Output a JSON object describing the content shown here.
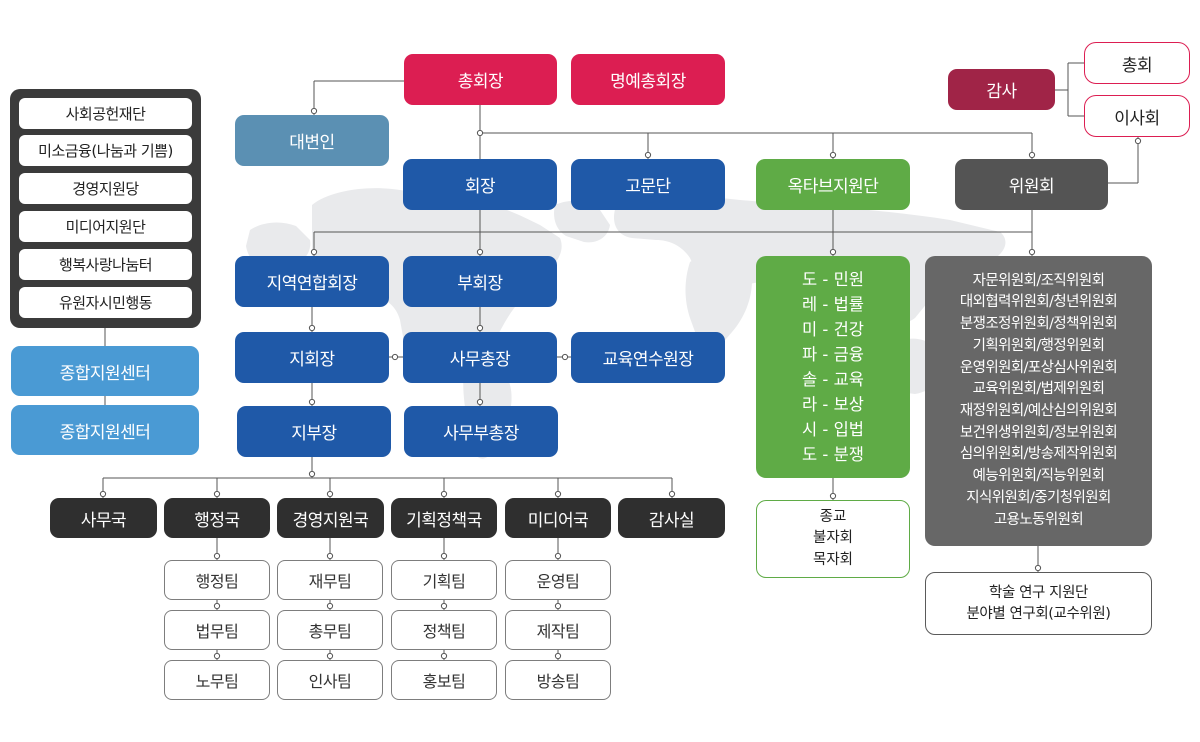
{
  "top": {
    "president": "총회장",
    "honorary_president": "명예총회장",
    "spokesperson": "대변인",
    "auditor": "감사",
    "general_assembly": "총회",
    "board": "이사회"
  },
  "second_row": {
    "chairman": "회장",
    "advisors": "고문단",
    "octave": "옥타브지원단",
    "committees": "위원회"
  },
  "management": {
    "regional_chair": "지역연합회장",
    "vice_chair": "부회장",
    "branch_chair": "지회장",
    "secretary_general": "사무총장",
    "education_director": "교육연수원장",
    "branch_vice": "지부장",
    "deputy_secretary": "사무부총장"
  },
  "left_panel": {
    "items": [
      "사회공헌재단",
      "미소금융(나눔과 기쁨)",
      "경영지원당",
      "미디어지원단",
      "행복사랑나눔터",
      "유원자시민행동"
    ],
    "centers": [
      "종합지원센터",
      "종합지원센터"
    ]
  },
  "bureaus": [
    {
      "label": "사무국",
      "teams": []
    },
    {
      "label": "행정국",
      "teams": [
        "행정팀",
        "법무팀",
        "노무팀"
      ]
    },
    {
      "label": "경영지원국",
      "teams": [
        "재무팀",
        "총무팀",
        "인사팀"
      ]
    },
    {
      "label": "기획정책국",
      "teams": [
        "기획팀",
        "정책팀",
        "홍보팀"
      ]
    },
    {
      "label": "미디어국",
      "teams": [
        "운영팀",
        "제작팀",
        "방송팀"
      ]
    },
    {
      "label": "감사실",
      "teams": []
    }
  ],
  "octave_items": [
    "도 - 민원",
    "레 - 법률",
    "미 - 건강",
    "파 - 금융",
    "솔 - 교육",
    "라 - 보상",
    "시 - 입법",
    "도 - 분쟁"
  ],
  "religion_items": [
    "종교",
    "불자회",
    "목자회"
  ],
  "committee_items": [
    "자문위원회/조직위원회",
    "대외협력위원회/청년위원회",
    "분쟁조정위원회/정책위원회",
    "기획위원회/행정위원회",
    "운영위원회/포상심사위원회",
    "교육위원회/법제위원회",
    "재정위원회/예산심의위원회",
    "보건위생위원회/정보위원회",
    "심의위원회/방송제작위원회",
    "예능위원회/직능위원회",
    "지식위원회/중기청위원회",
    "고용노동위원회"
  ],
  "academic_items": [
    "학술 연구 지원단",
    "분야별 연구회(교수위원)"
  ],
  "colors": {
    "crimson": "#dc1e52",
    "steel": "#5b90b3",
    "blue": "#1f59a8",
    "green": "#5fab46",
    "gray": "#545454",
    "dark": "#2f2f2f",
    "maroon": "#a02447",
    "sky": "#4a9ad4",
    "map": "#e9eaec",
    "connector": "#555555"
  }
}
